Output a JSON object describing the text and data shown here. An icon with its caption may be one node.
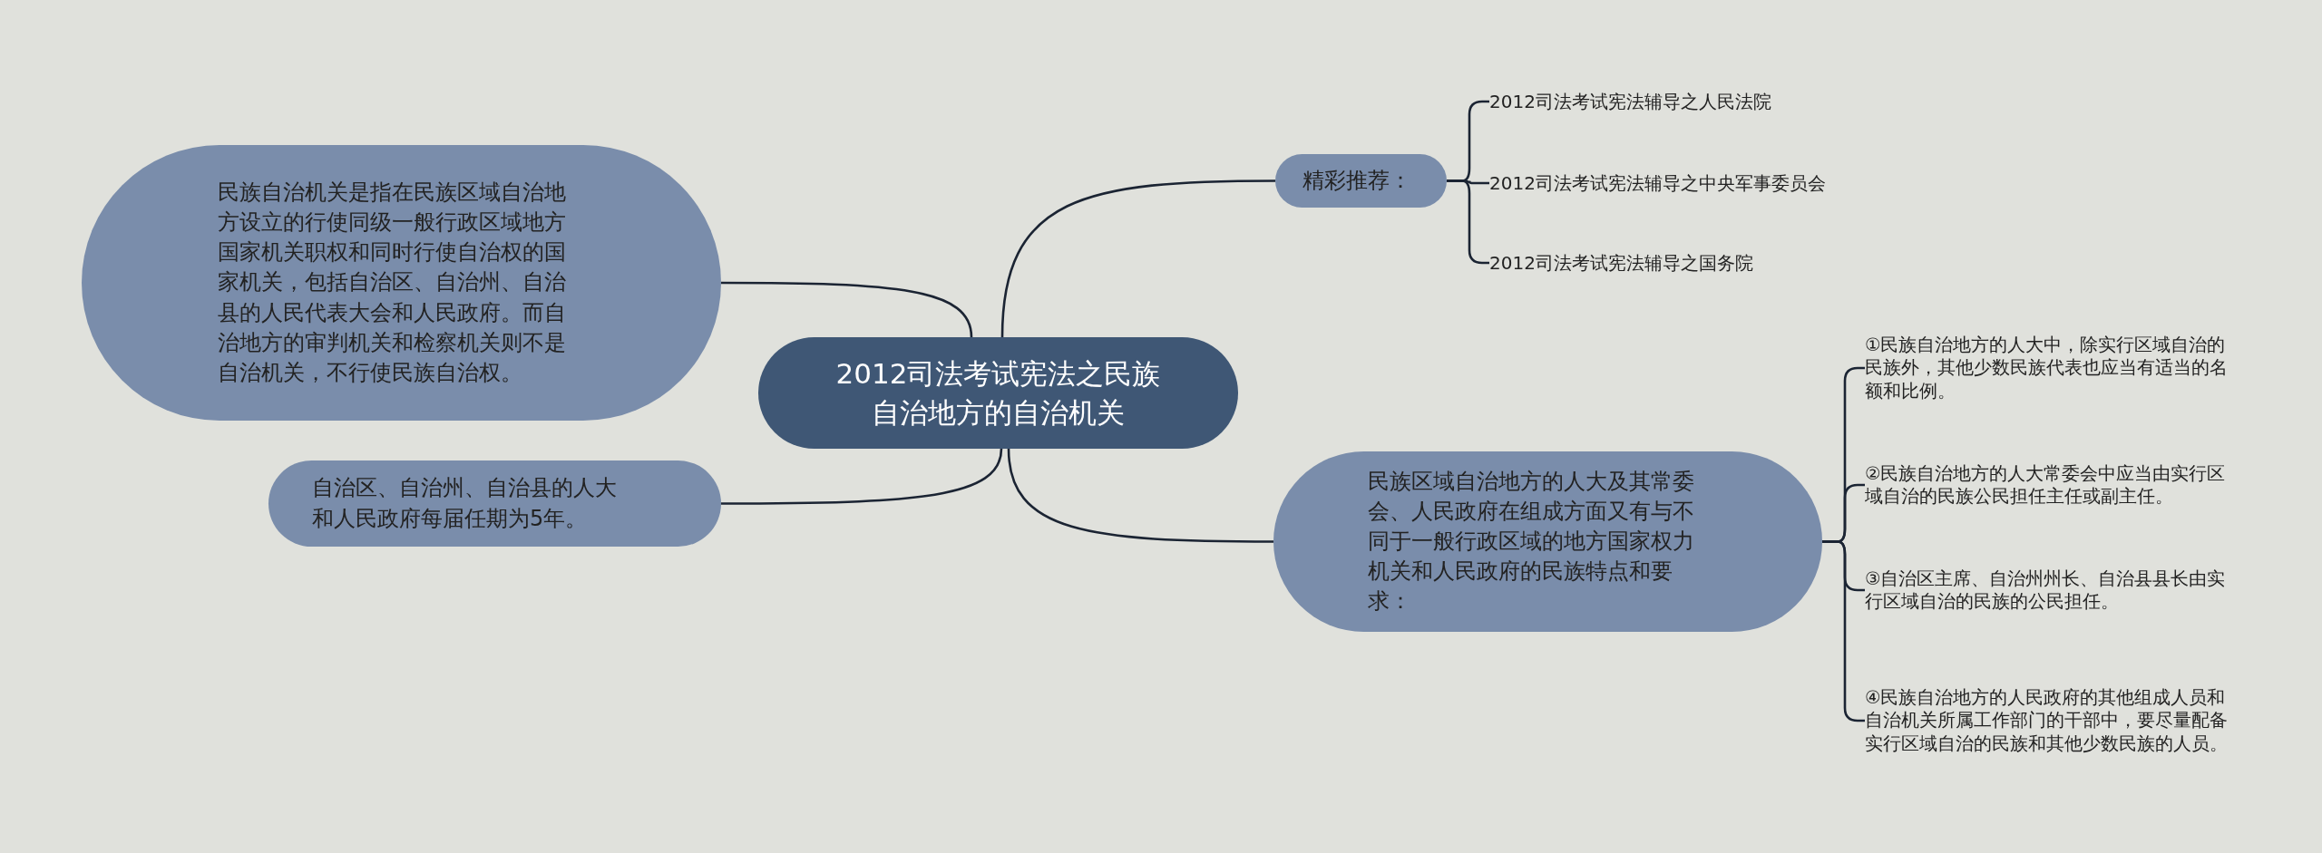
{
  "diagram": {
    "nodes": [
      {
        "text": [
          "2012司法考试宪法之民族自治地方的自治机关"
        ]
      },
      {
        "text": [
          "民族自治机关是指在民族区域自治地方设立的行使同级一般行政区域地方国家机关职权和同时行使自治权的国家机关，包括自治区、自治州、自治县的人民代表大会和人民政府。而自治地方的审判机关和检察机关则不是自治机关，不行使民族自治权。"
        ]
      },
      {
        "text": [
          "自治区、自治州、自治县的人大和人民政府每届任期为5年。"
        ]
      },
      {
        "text": [
          "精彩推荐："
        ]
      },
      {
        "text": [
          "2012司法考试宪法辅导之人民法院"
        ]
      },
      {
        "text": [
          "2012司法考试宪法辅导之中央军事委员会"
        ]
      },
      {
        "text": [
          "2012司法考试宪法辅导之国务院"
        ]
      },
      {
        "text": [
          "民族区域自治地方的人大及其常委会、人民政府在组成方面又有与不同于一般行政区域的地方国家权力机关和人民政府的民族特点和要求："
        ]
      },
      {
        "text": [
          "①民族自治地方的人大中，除实行区域自治的民族外，其他少数民族代表也应当有适当的名额和比例。"
        ]
      },
      {
        "text": [
          "②民族自治地方的人大常委会中应当由实行区域自治的民族公民担任主任或副主任。"
        ]
      },
      {
        "text": [
          "③自治区主席、自治州州长、自治县县长由实行区域自治的民族的公民担任。"
        ]
      },
      {
        "text": [
          "④民族自治地方的人民政府的其他组成人员和自治机关所属工作部门的干部中，要尽量配备实行区域自治的民族和其他少数民族的人员。"
        ]
      }
    ],
    "edges": [
      {
        "from": 0,
        "to": 1,
        "arrow": "none"
      },
      {
        "from": 0,
        "to": 2,
        "arrow": "none"
      },
      {
        "from": 0,
        "to": 3,
        "arrow": "none"
      },
      {
        "from": 0,
        "to": 7,
        "arrow": "none"
      },
      {
        "from": 3,
        "to": 4,
        "arrow": "none"
      },
      {
        "from": 3,
        "to": 5,
        "arrow": "none"
      },
      {
        "from": 3,
        "to": 6,
        "arrow": "none"
      },
      {
        "from": 7,
        "to": 8,
        "arrow": "none"
      },
      {
        "from": 7,
        "to": 9,
        "arrow": "none"
      },
      {
        "from": 7,
        "to": 10,
        "arrow": "none"
      },
      {
        "from": 7,
        "to": 11,
        "arrow": "none"
      }
    ]
  }
}
